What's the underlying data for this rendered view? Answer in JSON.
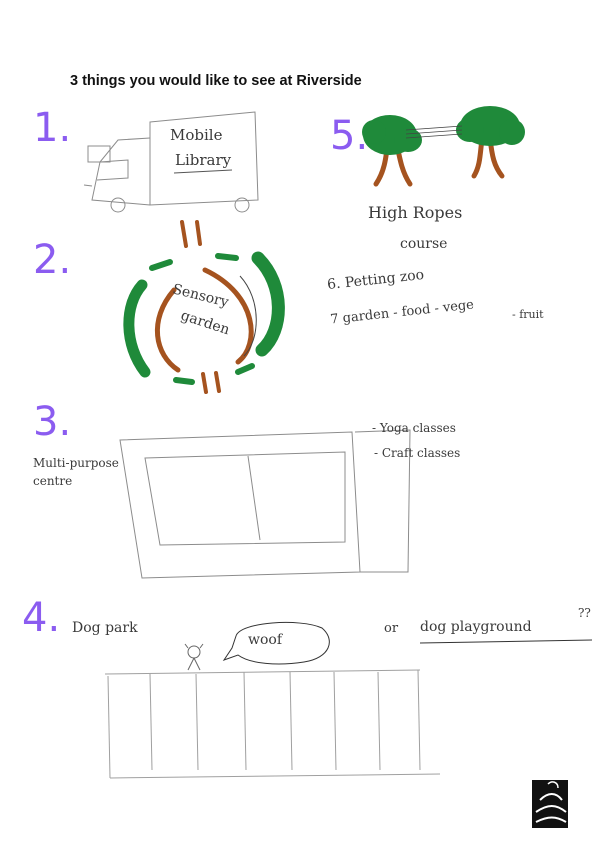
{
  "title": "3 things you would like to see at Riverside",
  "items": {
    "n1": "1.",
    "n2": "2.",
    "n3": "3.",
    "n4": "4.",
    "n5": "5."
  },
  "mobile_library": {
    "line1": "Mobile",
    "line2": "Library"
  },
  "sensory_garden": {
    "line1": "Sensory",
    "line2": "garden"
  },
  "high_ropes": {
    "line1": "High Ropes",
    "line2": "course"
  },
  "petting_zoo": "6. Petting zoo",
  "garden_note": "7 garden - food - vege",
  "garden_note2": "- fruit",
  "multipurpose": {
    "line1": "Multi-purpose",
    "line2": "centre"
  },
  "classes": {
    "yoga": "- Yoga classes",
    "craft": "- Craft classes"
  },
  "dog_park": "Dog park",
  "woof": "woof",
  "dog_or": "or",
  "dog_playground": "dog playground",
  "dog_question": "??",
  "colors": {
    "purple": "#8b5cf0",
    "green": "#1f8a3a",
    "brown": "#a5531f",
    "pencil": "#8c8c8c"
  }
}
